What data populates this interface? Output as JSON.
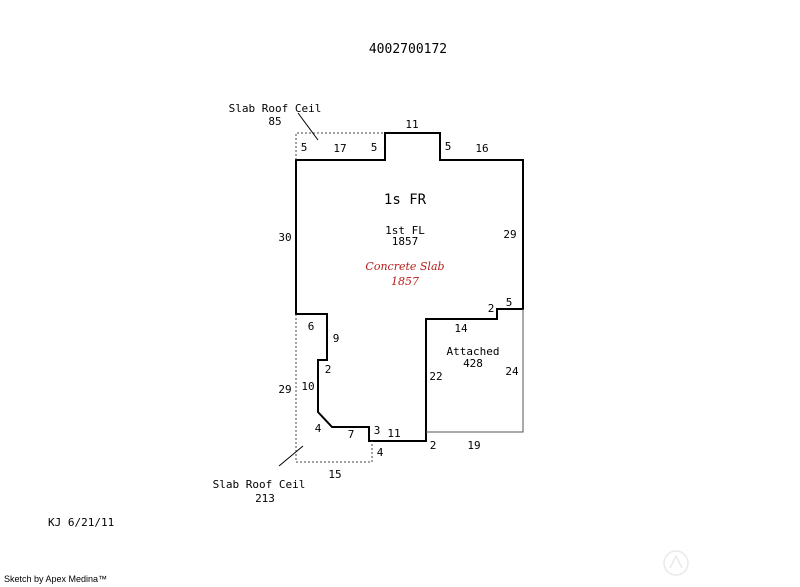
{
  "parcel_id": "4002700172",
  "main_area": {
    "code": "1s FR",
    "floor_label": "1st FL",
    "floor_area": "1857",
    "foundation_label": "Concrete Slab",
    "foundation_area": "1857"
  },
  "garage": {
    "label": "Attached",
    "area": "428"
  },
  "roof_top": {
    "label": "Slab Roof Ceil",
    "area": "85"
  },
  "roof_bottom": {
    "label": "Slab Roof Ceil",
    "area": "213"
  },
  "dimensions": {
    "top_left_5": "5",
    "top_17": "17",
    "top_inner_5": "5",
    "top_11": "11",
    "right_step_5": "5",
    "top_right_16": "16",
    "left_30": "30",
    "right_29": "29",
    "step_2": "2",
    "step_5": "5",
    "garage_top_14": "14",
    "left_6": "6",
    "left_9": "9",
    "left_2": "2",
    "left_10": "10",
    "porch_left_29": "29",
    "garage_left_22": "22",
    "garage_right_24": "24",
    "bottom_4": "4",
    "bottom_7": "7",
    "bottom_3": "3",
    "bottom_11": "11",
    "porch_4": "4",
    "garage_2": "2",
    "garage_bottom_19": "19",
    "porch_bottom_15": "15"
  },
  "initials_date": "KJ 6/21/11",
  "software_credit": "Sketch by Apex Medina™"
}
